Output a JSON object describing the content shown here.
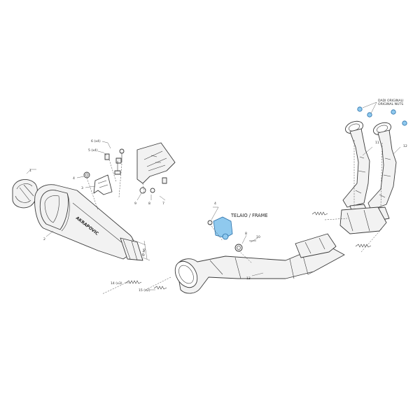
{
  "labels": {
    "frame": "TELAIO / FRAME",
    "nuts_line1": "DADI ORIGINALI",
    "nuts_line2": "ORIGINAL NUTS",
    "diameter": "Ø 96",
    "brand": "AKRAPOVIC"
  },
  "callouts": [
    {
      "id": "c1",
      "text": "1"
    },
    {
      "id": "c2",
      "text": "2"
    },
    {
      "id": "c3",
      "text": "3"
    },
    {
      "id": "c4a",
      "text": "4"
    },
    {
      "id": "c4b",
      "text": "4"
    },
    {
      "id": "c5",
      "text": "5 (x4)"
    },
    {
      "id": "c6",
      "text": "6 (x4)"
    },
    {
      "id": "c7",
      "text": "7"
    },
    {
      "id": "c8a",
      "text": "8"
    },
    {
      "id": "c8b",
      "text": "8"
    },
    {
      "id": "c9",
      "text": "9"
    },
    {
      "id": "c10",
      "text": "10"
    },
    {
      "id": "c11",
      "text": "11"
    },
    {
      "id": "c12",
      "text": "12"
    },
    {
      "id": "c13",
      "text": "13"
    },
    {
      "id": "c14",
      "text": "14 (x3)"
    },
    {
      "id": "c15",
      "text": "15 (x2)"
    }
  ],
  "colors": {
    "line": "#3c3c3c",
    "highlight": "#8fc9ee",
    "highlight_stroke": "#2a6fa8"
  }
}
